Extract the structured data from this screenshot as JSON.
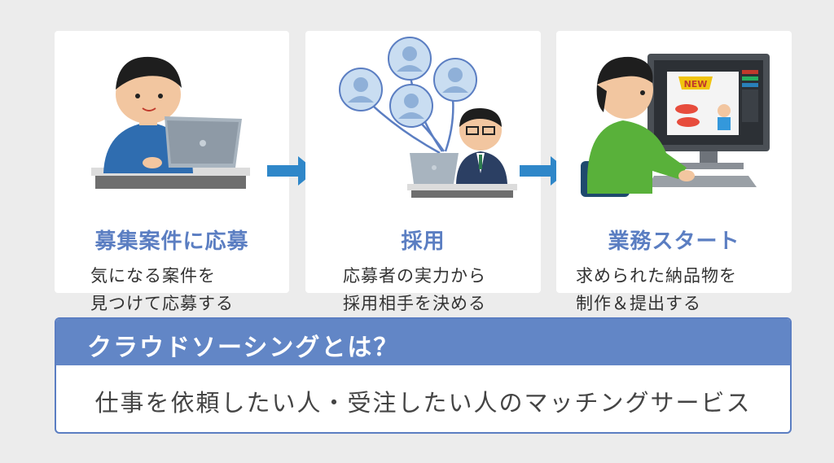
{
  "steps": [
    {
      "title": "募集案件に応募",
      "desc_line1": "気になる案件を",
      "desc_line2": "見つけて応募する",
      "illustration": "person-on-laptop-icon"
    },
    {
      "title": "採用",
      "desc_line1": "応募者の実力から",
      "desc_line2": "採用相手を決める",
      "illustration": "client-selecting-candidates-icon"
    },
    {
      "title": "業務スタート",
      "desc_line1": "求められた納品物を",
      "desc_line2": "制作＆提出する",
      "illustration": "worker-at-monitor-icon"
    }
  ],
  "info": {
    "title": "クラウドソーシングとは？",
    "body": "仕事を依頼したい人・受注したい人のマッチングサービス"
  },
  "monitor_badge": "NEW",
  "colors": {
    "accent": "#5b7ec2",
    "arrow": "#2f87c9",
    "background": "#ececec",
    "card": "#ffffff"
  }
}
